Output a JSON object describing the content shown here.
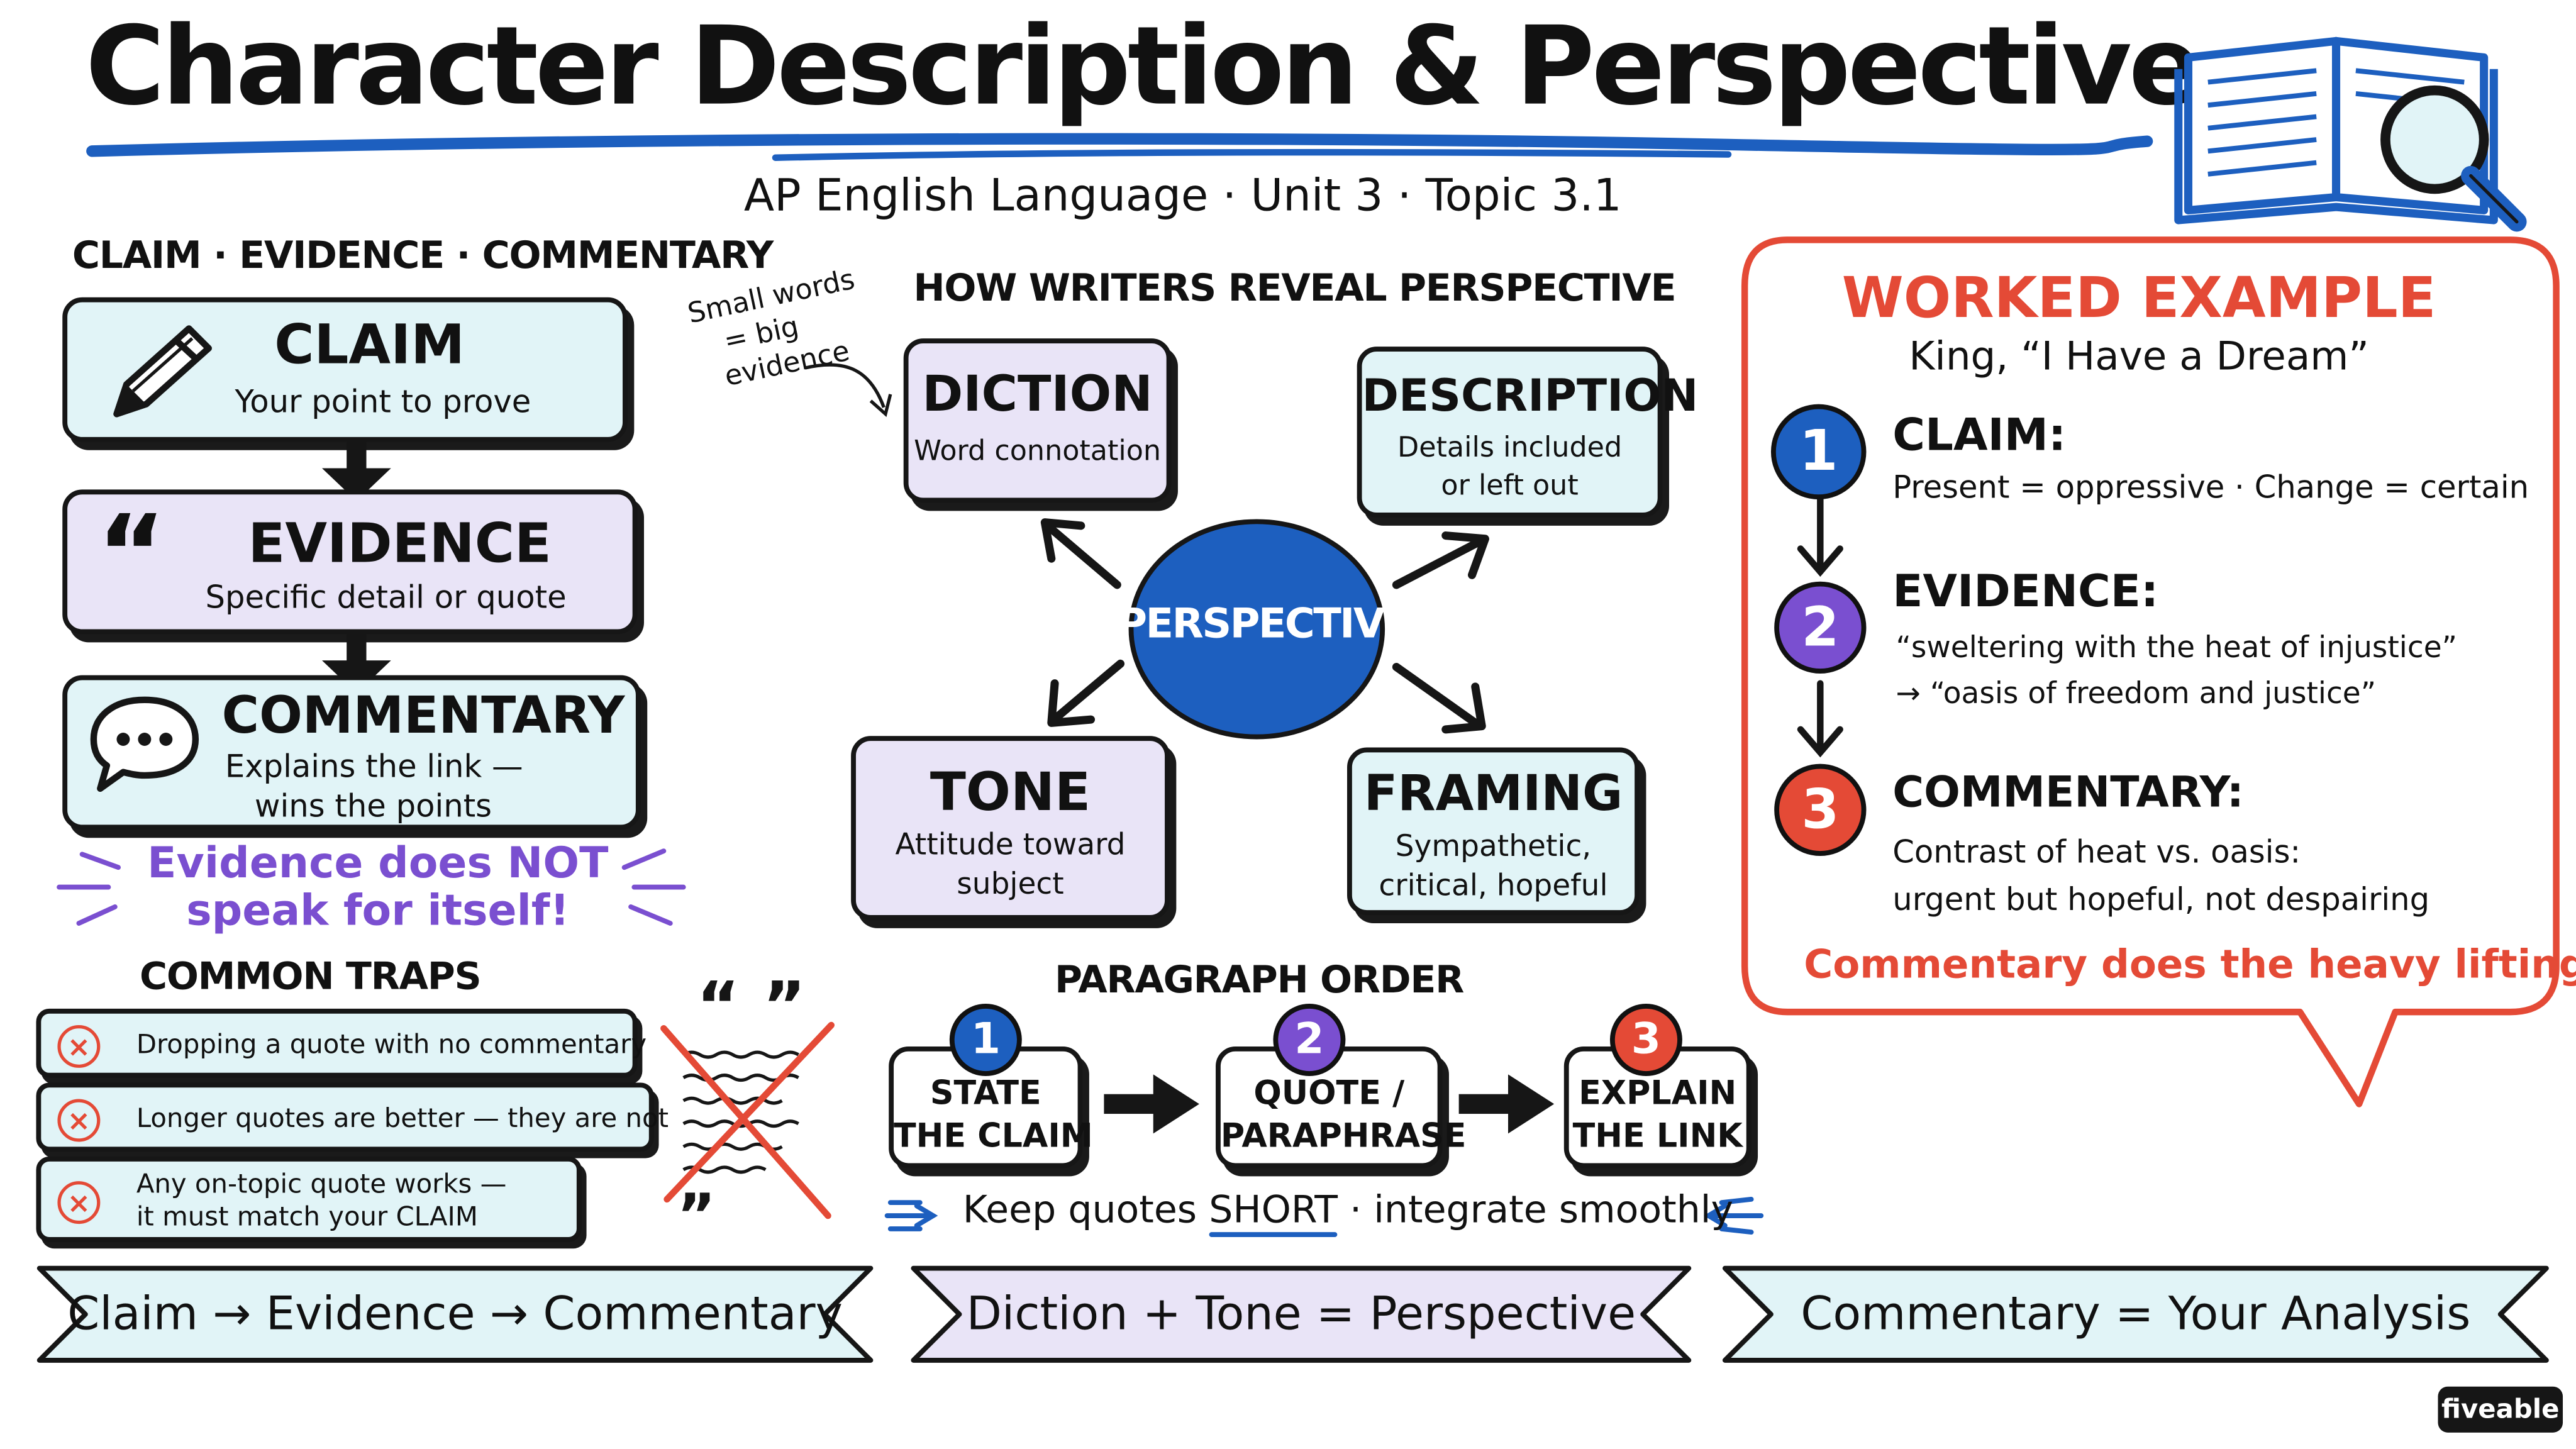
{
  "title": "Character Description & Perspective",
  "subtitle": "AP English Language · Unit 3 · Topic 3.1",
  "cec": {
    "heading": "CLAIM · EVIDENCE · COMMENTARY",
    "claim": {
      "title": "CLAIM",
      "desc": "Your point to prove"
    },
    "evidence": {
      "title": "EVIDENCE",
      "desc": "Specific detail or quote"
    },
    "commentary": {
      "title": "COMMENTARY",
      "desc_line1": "Explains the link —",
      "desc_line2": "wins the points"
    },
    "callout_line1": "Evidence does NOT",
    "callout_line2": "speak for itself!"
  },
  "traps": {
    "heading": "COMMON TRAPS",
    "items": [
      {
        "line1": "Dropping a quote with no commentary"
      },
      {
        "line1": "Longer quotes are better — they are not"
      },
      {
        "line1": "Any on-topic quote works —",
        "line2": "it must match your CLAIM"
      }
    ]
  },
  "perspective": {
    "heading": "HOW WRITERS REVEAL PERSPECTIVE",
    "center": "PERSPECTIVE",
    "note_line1": "Small words",
    "note_line2": "= big",
    "note_line3": "evidence",
    "diction": {
      "title": "DICTION",
      "desc": "Word connotation"
    },
    "description": {
      "title": "DESCRIPTION",
      "desc_line1": "Details included",
      "desc_line2": "or left out"
    },
    "tone": {
      "title": "TONE",
      "desc_line1": "Attitude toward",
      "desc_line2": "subject"
    },
    "framing": {
      "title": "FRAMING",
      "desc_line1": "Sympathetic,",
      "desc_line2": "critical, hopeful"
    }
  },
  "paragraph_order": {
    "heading": "PARAGRAPH ORDER",
    "steps": [
      {
        "num": "1",
        "line1": "STATE",
        "line2": "THE CLAIM"
      },
      {
        "num": "2",
        "line1": "QUOTE /",
        "line2": "PARAPHRASE"
      },
      {
        "num": "3",
        "line1": "EXPLAIN",
        "line2": "THE LINK"
      }
    ],
    "tip_pre": "Keep quotes",
    "tip_short": "SHORT",
    "tip_post": "· integrate smoothly"
  },
  "worked_example": {
    "heading": "WORKED EXAMPLE",
    "source": "King, “I Have a Dream”",
    "steps": [
      {
        "num": "1",
        "label": "CLAIM:",
        "line1": "Present = oppressive · Change = certain"
      },
      {
        "num": "2",
        "label": "EVIDENCE:",
        "line1": "“sweltering with the heat of injustice”",
        "line2": "→ “oasis of freedom and justice”"
      },
      {
        "num": "3",
        "label": "COMMENTARY:",
        "line1": "Contrast of heat vs. oasis:",
        "line2": "urgent but hopeful, not despairing"
      }
    ],
    "footer": "Commentary does the heavy lifting."
  },
  "banners": [
    "Claim → Evidence → Commentary",
    "Diction + Tone = Perspective",
    "Commentary = Your Analysis"
  ],
  "brand": "fiveable",
  "colors": {
    "accent_blue": "#1d5fbf",
    "cyan_box": "#e1f4f7",
    "lavender_box": "#e9e4f7",
    "purple": "#7a4fd0",
    "red": "#e44a36",
    "dark": "#161616"
  },
  "icons": [
    "pencil-icon",
    "quote-icon",
    "speech-bubble-icon",
    "book-magnifier-icon",
    "x-circle-icon",
    "crossed-quote-icon",
    "arrow-icon"
  ]
}
